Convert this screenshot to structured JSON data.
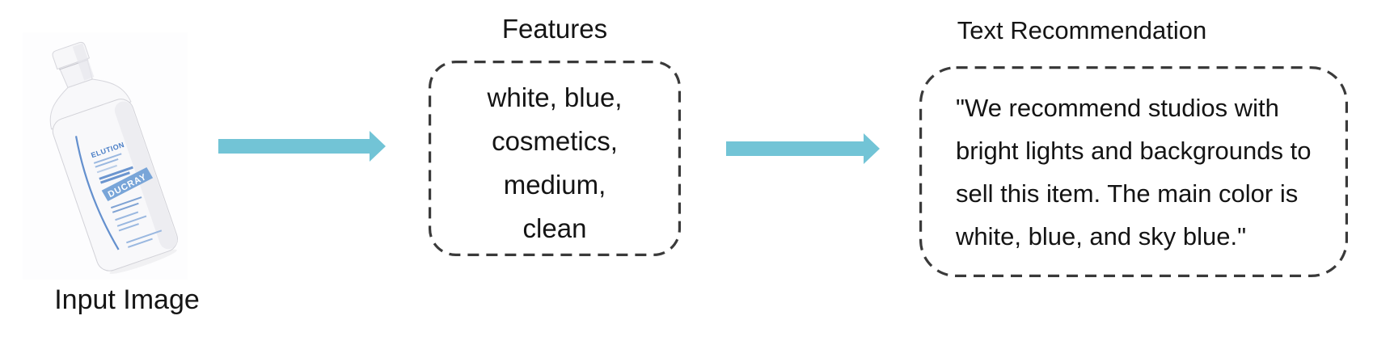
{
  "colors": {
    "arrow": "#72C4D6",
    "dash": "#3A3A3A",
    "text": "#111111",
    "product_blue": "#4A7EC6",
    "banner_blue": "#79A5D8"
  },
  "input_image": {
    "caption": "Input Image",
    "product_brand": "DUCRAY",
    "product_name": "ELUTION"
  },
  "features": {
    "title": "Features",
    "lines": [
      "white, blue,",
      "cosmetics,",
      "medium,",
      "clean"
    ]
  },
  "recommendation": {
    "title": "Text Recommendation",
    "lines": [
      "\"We recommend studios with",
      "bright lights and backgrounds to",
      "sell this item. The main color is",
      "white, blue, and sky blue.\""
    ]
  }
}
